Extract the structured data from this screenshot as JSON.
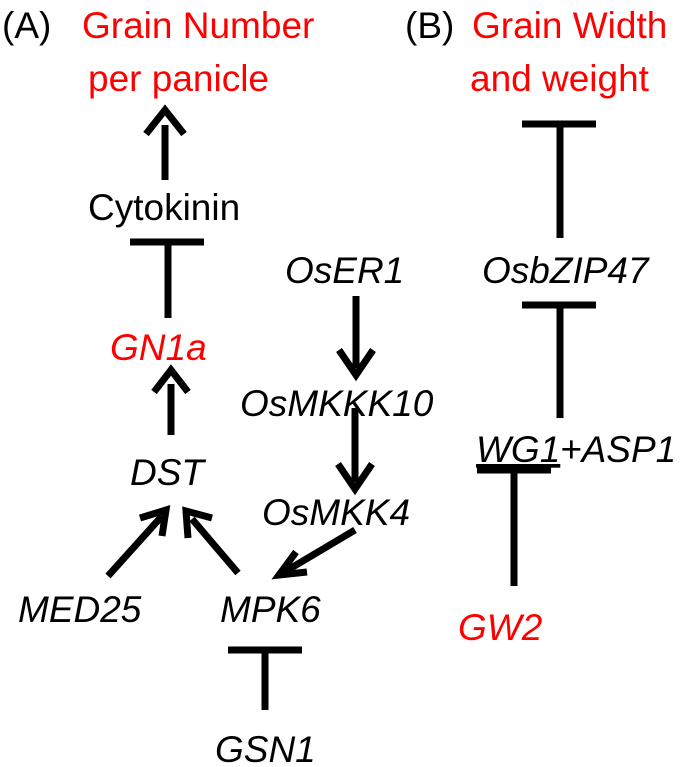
{
  "panels": {
    "a": {
      "label": "(A)",
      "title_line1": "Grain Number",
      "title_line2": "per panicle",
      "nodes": {
        "cytokinin": "Cytokinin",
        "gn1a": "GN1a",
        "dst": "DST",
        "med25": "MED25",
        "mpk6": "MPK6",
        "gsn1": "GSN1",
        "oser1": "OsER1",
        "osmkkk10": "OsMKKK10",
        "osmkk4": "OsMKK4"
      }
    },
    "b": {
      "label": "(B)",
      "title_line1": "Grain Width",
      "title_line2": "and weight",
      "nodes": {
        "osbzip47": "OsbZIP47",
        "wg1": "WG1",
        "asp1": "+ASP1",
        "gw2": "GW2"
      }
    }
  },
  "colors": {
    "highlight": "#ff0000",
    "default": "#000000"
  }
}
